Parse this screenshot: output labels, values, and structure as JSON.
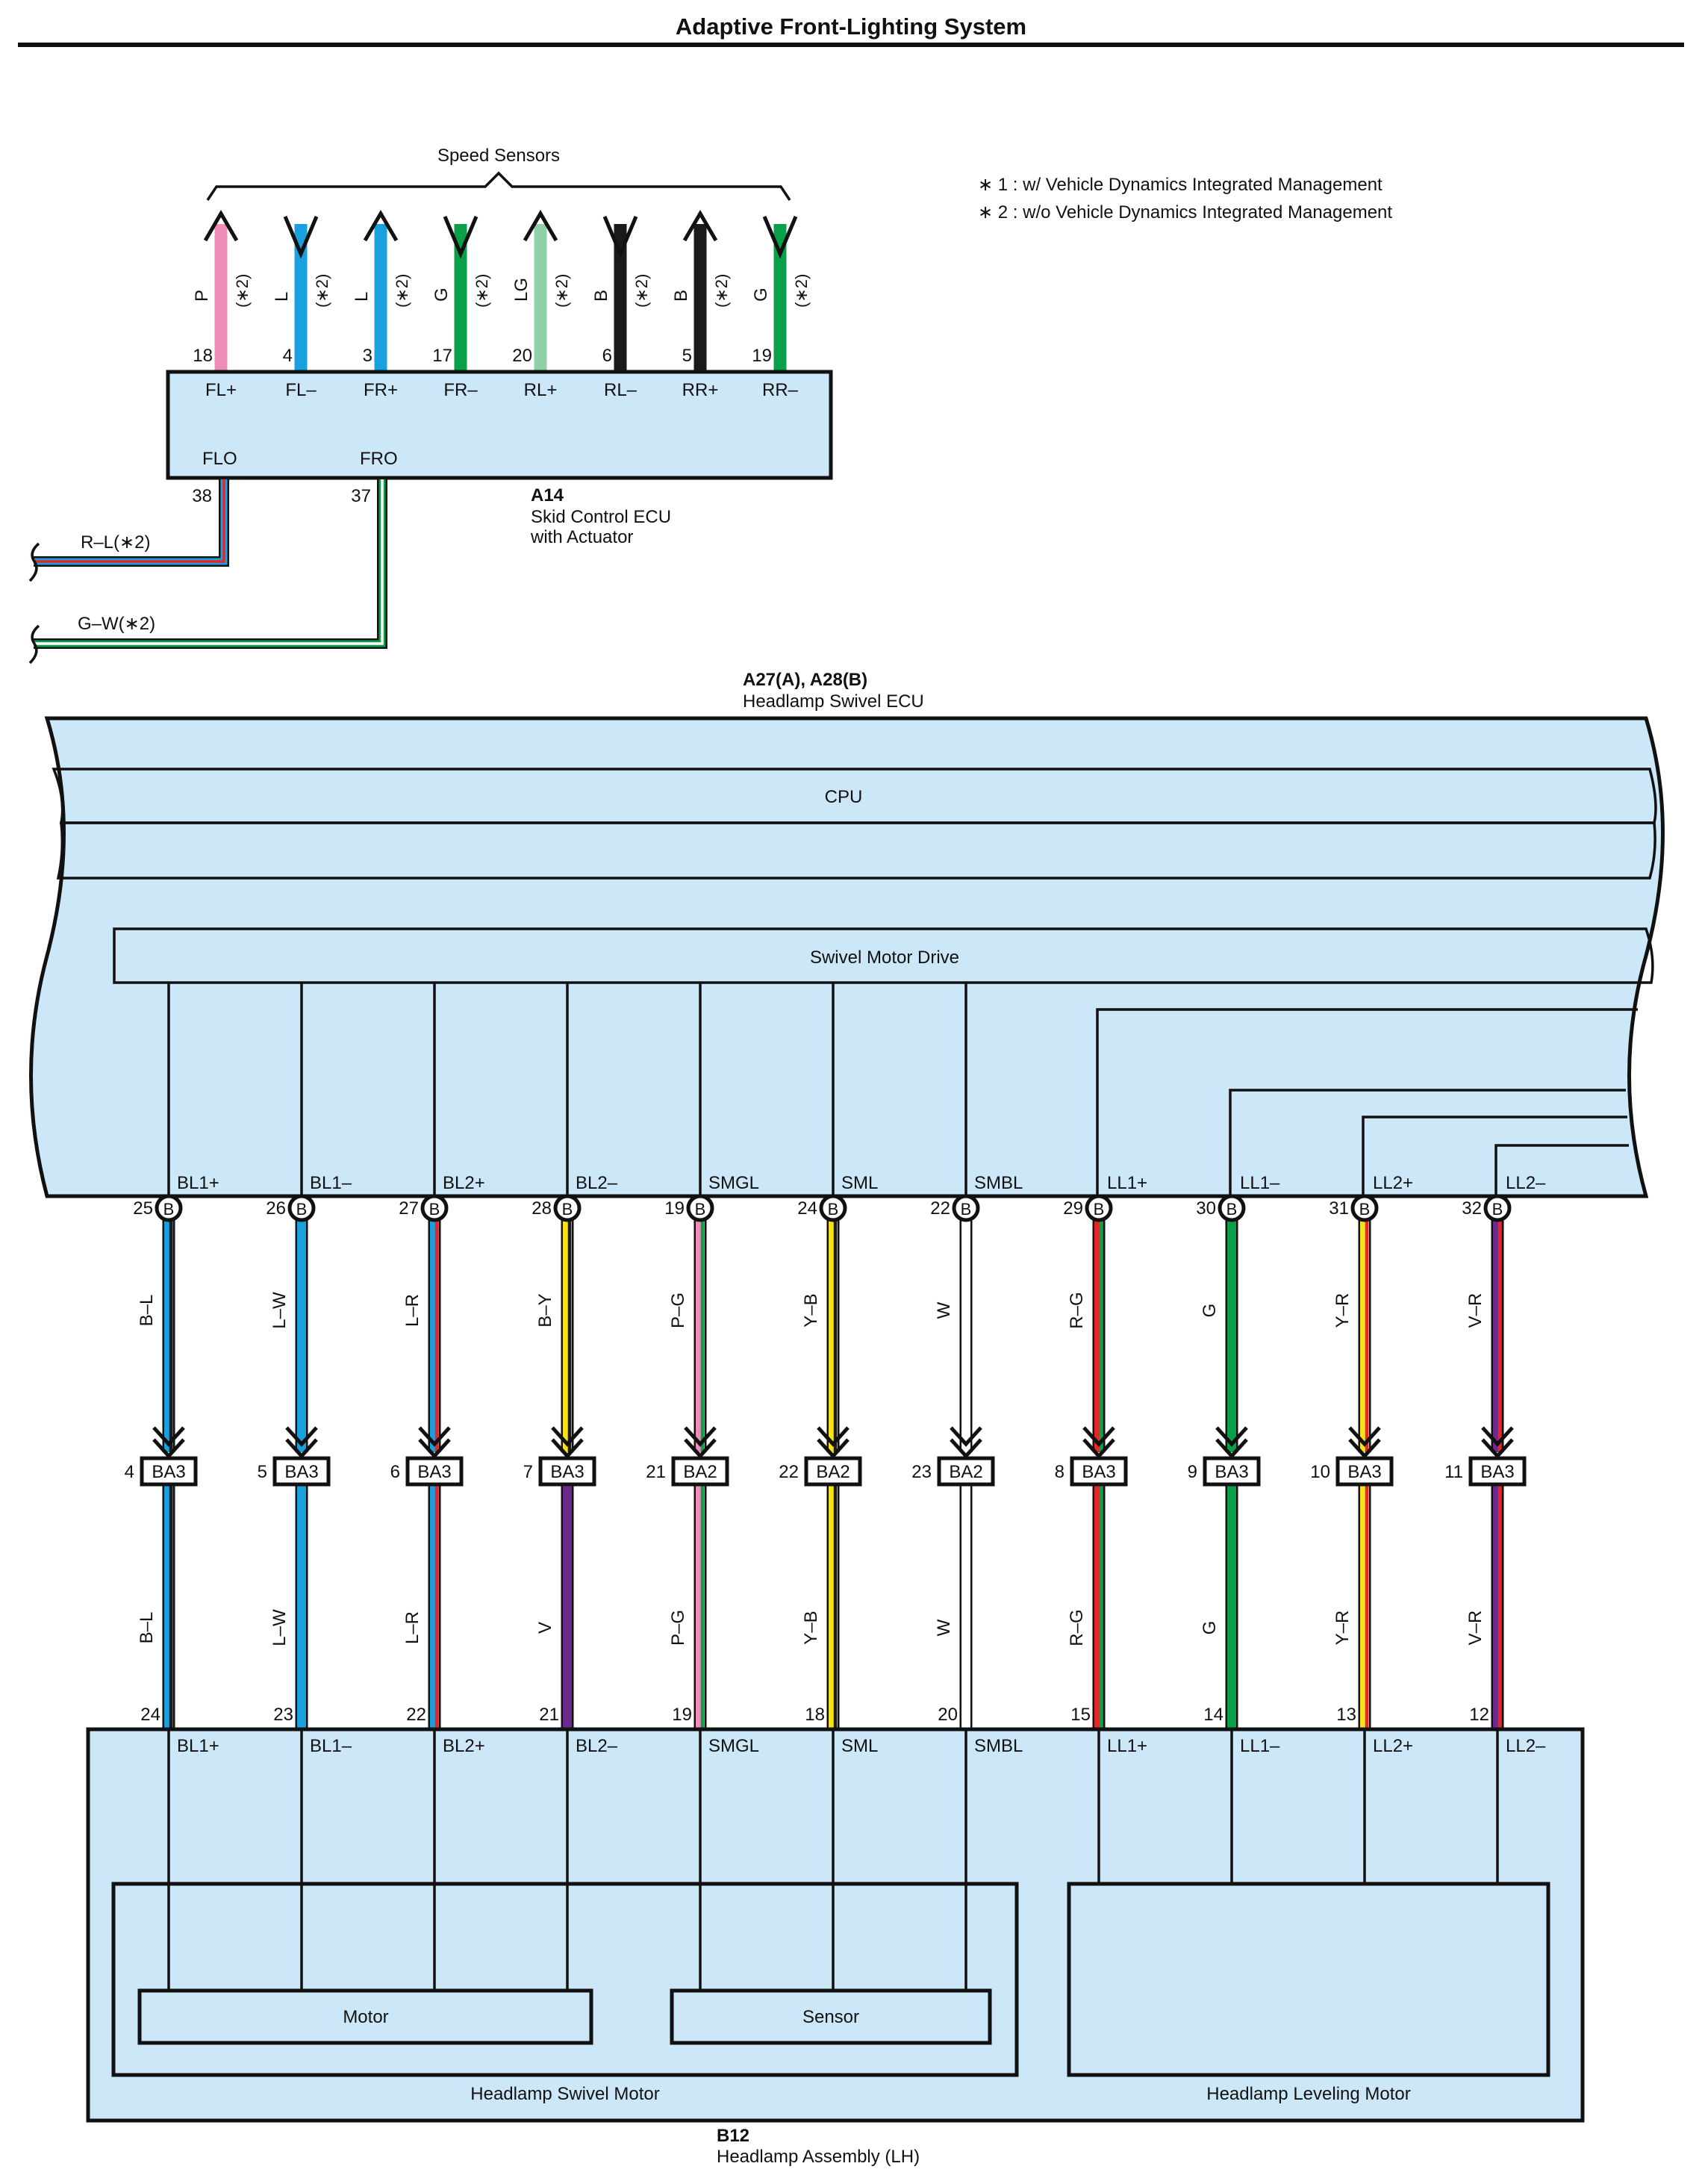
{
  "title": "Adaptive Front-Lighting System",
  "notes": [
    "∗ 1 : w/ Vehicle Dynamics Integrated Management",
    "∗ 2 : w/o Vehicle Dynamics Integrated Management"
  ],
  "colors": {
    "box_fill": "#cce8f8",
    "P": "#f08cb8",
    "L": "#19a0de",
    "G": "#0aa04a",
    "LG": "#8fd0a4",
    "B": "#1a1a1a",
    "R": "#e8262a",
    "W": "#ffffff",
    "Y": "#f5e21a",
    "V": "#6a2a8e"
  },
  "speed_sensors": {
    "label": "Speed Sensors",
    "note_tag": "(∗2)",
    "wires": [
      {
        "color": "P",
        "pin": "18",
        "signal": "FL+",
        "dir": "up"
      },
      {
        "color": "L",
        "pin": "4",
        "signal": "FL–",
        "dir": "down"
      },
      {
        "color": "L",
        "pin": "3",
        "signal": "FR+",
        "dir": "up"
      },
      {
        "color": "G",
        "pin": "17",
        "signal": "FR–",
        "dir": "down"
      },
      {
        "color": "LG",
        "pin": "20",
        "signal": "RL+",
        "dir": "up"
      },
      {
        "color": "B",
        "pin": "6",
        "signal": "RL–",
        "dir": "down"
      },
      {
        "color": "B",
        "pin": "5",
        "signal": "RR+",
        "dir": "up"
      },
      {
        "color": "G",
        "pin": "19",
        "signal": "RR–",
        "dir": "down"
      }
    ]
  },
  "skid_ecu": {
    "code": "A14",
    "name_line1": "Skid Control ECU",
    "name_line2": "with Actuator",
    "outputs": [
      {
        "signal": "FLO",
        "pin": "38",
        "wire": "R–L(∗2)"
      },
      {
        "signal": "FRO",
        "pin": "37",
        "wire": "G–W(∗2)"
      }
    ]
  },
  "swivel_ecu": {
    "code": "A27(A), A28(B)",
    "name": "Headlamp Swivel ECU",
    "cpu_label": "CPU",
    "drive_label": "Swivel Motor Drive"
  },
  "connections": [
    {
      "signal": "BL1+",
      "ecu_pin": "25",
      "conn": "B",
      "upper": "B–L",
      "upper_colors": [
        "L",
        "B"
      ],
      "ba_pin": "4",
      "ba": "BA3",
      "lower": "B–L",
      "lower_colors": [
        "L",
        "B"
      ],
      "lamp_pin": "24"
    },
    {
      "signal": "BL1–",
      "ecu_pin": "26",
      "conn": "B",
      "upper": "L–W",
      "upper_colors": [
        "L"
      ],
      "ba_pin": "5",
      "ba": "BA3",
      "lower": "L–W",
      "lower_colors": [
        "L"
      ],
      "lamp_pin": "23"
    },
    {
      "signal": "BL2+",
      "ecu_pin": "27",
      "conn": "B",
      "upper": "L–R",
      "upper_colors": [
        "L",
        "R"
      ],
      "ba_pin": "6",
      "ba": "BA3",
      "lower": "L–R",
      "lower_colors": [
        "L",
        "R"
      ],
      "lamp_pin": "22"
    },
    {
      "signal": "BL2–",
      "ecu_pin": "28",
      "conn": "B",
      "upper": "B–Y",
      "upper_colors": [
        "Y",
        "B"
      ],
      "ba_pin": "7",
      "ba": "BA3",
      "lower": "V",
      "lower_colors": [
        "V"
      ],
      "lamp_pin": "21"
    },
    {
      "signal": "SMGL",
      "ecu_pin": "19",
      "conn": "B",
      "upper": "P–G",
      "upper_colors": [
        "P",
        "G"
      ],
      "ba_pin": "21",
      "ba": "BA2",
      "lower": "P–G",
      "lower_colors": [
        "P",
        "G"
      ],
      "lamp_pin": "19"
    },
    {
      "signal": "SML",
      "ecu_pin": "24",
      "conn": "B",
      "upper": "Y–B",
      "upper_colors": [
        "Y",
        "B"
      ],
      "ba_pin": "22",
      "ba": "BA2",
      "lower": "Y–B",
      "lower_colors": [
        "Y",
        "B"
      ],
      "lamp_pin": "18"
    },
    {
      "signal": "SMBL",
      "ecu_pin": "22",
      "conn": "B",
      "upper": "W",
      "upper_colors": [
        "W"
      ],
      "ba_pin": "23",
      "ba": "BA2",
      "lower": "W",
      "lower_colors": [
        "W"
      ],
      "lamp_pin": "20"
    },
    {
      "signal": "LL1+",
      "ecu_pin": "29",
      "conn": "B",
      "upper": "R–G",
      "upper_colors": [
        "R",
        "G"
      ],
      "ba_pin": "8",
      "ba": "BA3",
      "lower": "R–G",
      "lower_colors": [
        "R",
        "G"
      ],
      "lamp_pin": "15"
    },
    {
      "signal": "LL1–",
      "ecu_pin": "30",
      "conn": "B",
      "upper": "G",
      "upper_colors": [
        "G"
      ],
      "ba_pin": "9",
      "ba": "BA3",
      "lower": "G",
      "lower_colors": [
        "G"
      ],
      "lamp_pin": "14"
    },
    {
      "signal": "LL2+",
      "ecu_pin": "31",
      "conn": "B",
      "upper": "Y–R",
      "upper_colors": [
        "Y",
        "R"
      ],
      "ba_pin": "10",
      "ba": "BA3",
      "lower": "Y–R",
      "lower_colors": [
        "Y",
        "R"
      ],
      "lamp_pin": "13"
    },
    {
      "signal": "LL2–",
      "ecu_pin": "32",
      "conn": "B",
      "upper": "V–R",
      "upper_colors": [
        "V",
        "R"
      ],
      "ba_pin": "11",
      "ba": "BA3",
      "lower": "V–R",
      "lower_colors": [
        "V",
        "R"
      ],
      "lamp_pin": "12"
    }
  ],
  "headlamp": {
    "code": "B12",
    "name": "Headlamp Assembly (LH)",
    "motor_label": "Motor",
    "sensor_label": "Sensor",
    "swivel_motor_label": "Headlamp Swivel Motor",
    "leveling_motor_label": "Headlamp Leveling Motor"
  }
}
